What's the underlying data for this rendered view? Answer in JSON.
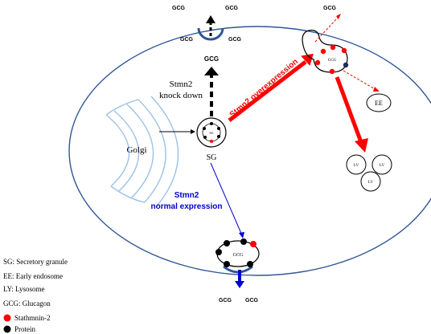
{
  "labels": {
    "golgi": "Golgi",
    "sg": "SG",
    "sg_inner": "SG",
    "knockdown_line1": "Stmn2",
    "knockdown_line2": "knock down",
    "overexpression": "Stmn2 overexpression",
    "normal_line1": "Stmn2",
    "normal_line2": "normal expression",
    "ee": "EE",
    "lv_1": "LV",
    "lv_2": "LV",
    "lv_3": "LV",
    "gcg_top_left": "GCG",
    "gcg_top_right": "GCG",
    "gcg_top_vesicle_left": "GCG",
    "gcg_top_vesicle_right": "GCG",
    "gcg_knockdown": "GCG",
    "gcg_right_out": "GCG",
    "gcg_right_inner": "GCG",
    "gcg_bottom_inner": "GCG",
    "gcg_bottom_left": "GCG",
    "gcg_bottom_right": "GCG"
  },
  "legend": {
    "items": [
      "SG: Secretory granule",
      "EE: Early endosome",
      "LY: Lysosome",
      "GCG: Glucagon"
    ],
    "stathmin": "Stathmnin-2",
    "protein": "Protein"
  },
  "colors": {
    "membrane": "#2f5597",
    "golgi": "#9dc3e6",
    "overexpression": "#ff0000",
    "normal": "#0000cc",
    "stathmin_dot": "#ff0000",
    "protein_dot": "#000000"
  }
}
